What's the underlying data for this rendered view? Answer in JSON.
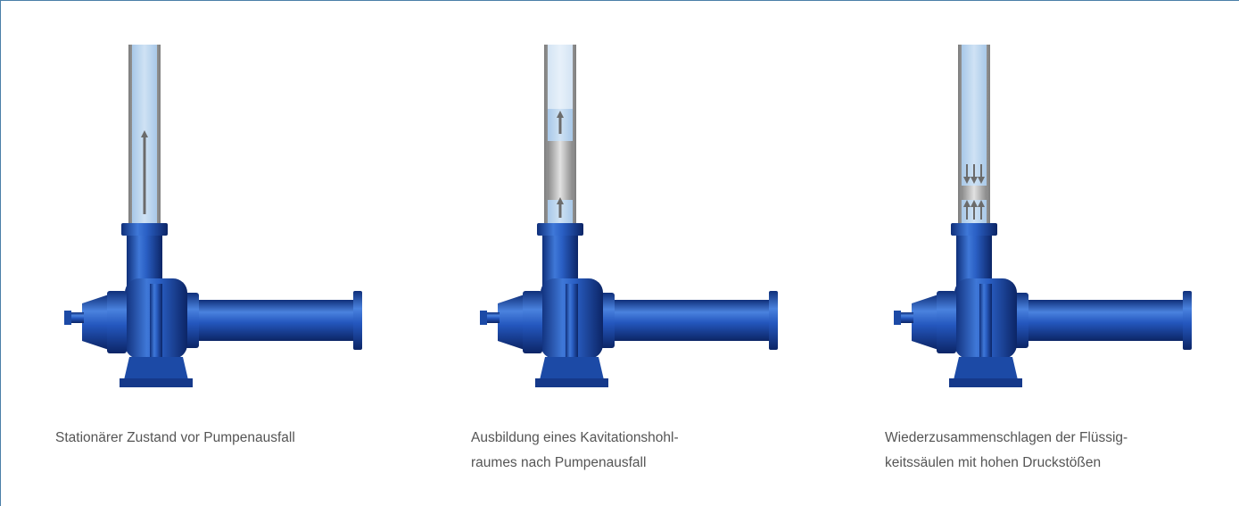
{
  "panels": [
    {
      "id": "stationary",
      "caption_lines": [
        "Stationärer Zustand vor Pumpenausfall"
      ]
    },
    {
      "id": "cavity",
      "caption_lines": [
        "Ausbildung eines Kavitationshohl-",
        "raumes nach Pumpenausfall"
      ]
    },
    {
      "id": "collapse",
      "caption_lines": [
        "Wiederzusammenschlagen der Flüssig-",
        "keitssäulen mit hohen Druckstößen"
      ]
    }
  ],
  "colors": {
    "frame": "#4a7fa8",
    "pump_blue": "#1c4aa6",
    "water": "#b9d5ee",
    "cavity_gray": "#a0a0a0",
    "pipe_wall": "#9a9a9a",
    "arrow": "#6b6b6b",
    "caption": "#555555"
  }
}
